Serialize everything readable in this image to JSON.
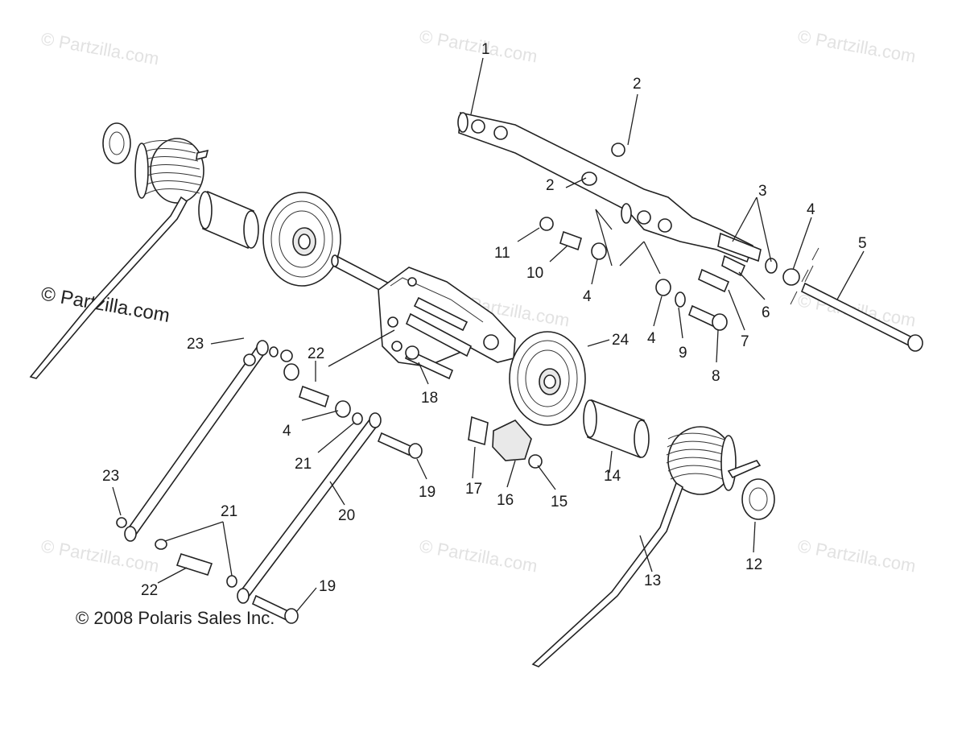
{
  "watermarks": [
    "© Partzilla.com",
    "© Partzilla.com",
    "© Partzilla.com",
    "© Partzilla.com",
    "© Partzilla.com",
    "© Partzilla.com",
    "© Partzilla.com",
    "© Partzilla.com",
    "© Partzilla.com"
  ],
  "callouts": [
    "1",
    "2",
    "2",
    "3",
    "4",
    "5",
    "11",
    "10",
    "4",
    "6",
    "4",
    "9",
    "7",
    "8",
    "22",
    "23",
    "24",
    "18",
    "4",
    "21",
    "19",
    "17",
    "16",
    "15",
    "14",
    "23",
    "21",
    "20",
    "19",
    "22",
    "13",
    "12"
  ],
  "copyright": "© 2008 Polaris Sales Inc."
}
